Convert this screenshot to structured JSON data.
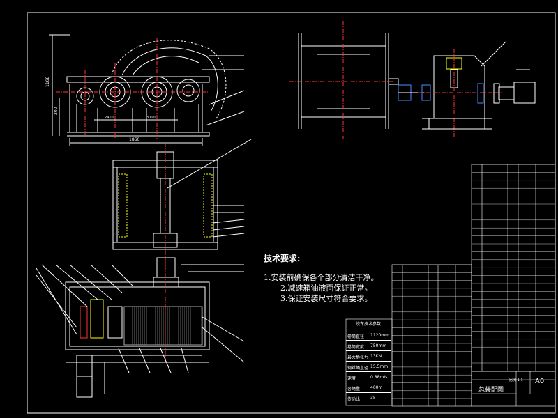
{
  "technical_requirements": {
    "heading": "技术要求:",
    "items": [
      "1.安装前确保各个部分清洁干净。",
      "2.减速箱油液面保证正常。",
      "3.保证安装尺寸符合要求。"
    ]
  },
  "param_table": {
    "title": "绞车技术参数",
    "rows": [
      {
        "key": "卷筒直径",
        "value": "1120mm"
      },
      {
        "key": "卷筒宽度",
        "value": "750mm"
      },
      {
        "key": "最大静张力",
        "value": "13KN"
      },
      {
        "key": "钢丝绳直径",
        "value": "15.5mm"
      },
      {
        "key": "速度",
        "value": "0.88m/s"
      },
      {
        "key": "容绳量",
        "value": "400m"
      },
      {
        "key": "传动比",
        "value": "35"
      }
    ]
  },
  "title_block": {
    "title": "总装配图",
    "scale": "比例 1:1",
    "code": "A0"
  },
  "dimensions": {
    "front_width": "1860",
    "front_height": "1168",
    "left_gap": "200",
    "front_span1": "2410",
    "front_span2": "3010"
  },
  "colors": {
    "line": "#ffffff",
    "accent": "#ffff00",
    "section": "#ff3333",
    "blue": "#4a8cff"
  }
}
